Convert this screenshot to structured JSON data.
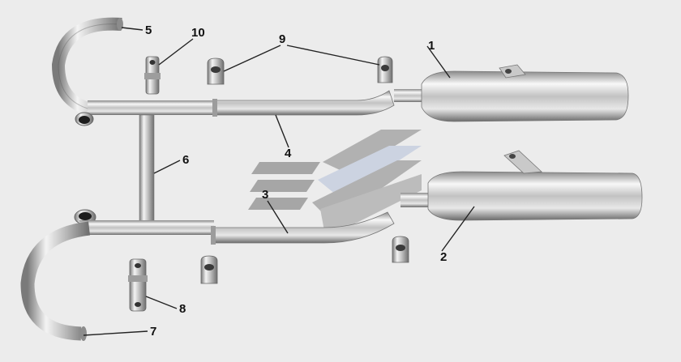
{
  "diagram": {
    "callouts": [
      {
        "id": "1",
        "text": "1"
      },
      {
        "id": "2",
        "text": "2"
      },
      {
        "id": "3",
        "text": "3"
      },
      {
        "id": "4",
        "text": "4"
      },
      {
        "id": "5",
        "text": "5"
      },
      {
        "id": "6",
        "text": "6"
      },
      {
        "id": "7",
        "text": "7"
      },
      {
        "id": "8",
        "text": "8"
      },
      {
        "id": "9",
        "text": "9"
      },
      {
        "id": "10",
        "text": "10"
      }
    ],
    "colors": {
      "background": "#ececec",
      "chrome_light": "#f7f7f7",
      "chrome_mid": "#b9b9b9",
      "chrome_dark": "#6a6a6a",
      "logo": "#9a9a9a",
      "logo_accent": "#c7cfe0"
    }
  }
}
